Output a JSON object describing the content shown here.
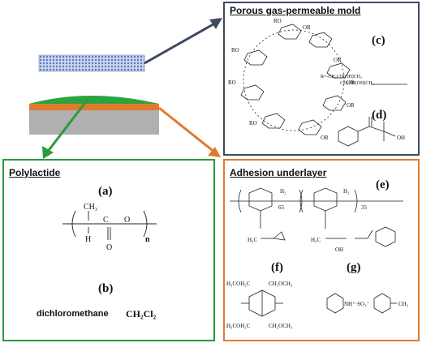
{
  "colors": {
    "mold_box": "#3e4a60",
    "polylactide_box": "#2c9a3f",
    "adhesion_box": "#e07a2c",
    "mold_fill": "#8ea7d4",
    "pla_layer": "#2aa43e",
    "adhesion_layer": "#e07a2c",
    "substrate": "#b0b0b0"
  },
  "mold_panel": {
    "title": "Porous gas-permeable mold",
    "label_c": "(c)",
    "label_d": "(d)",
    "cyclodextrin_substituent": "RO",
    "cyclodextrin_substituent_right": "OR",
    "r_group_line1": "R=-CH₂CH(OH)CH₃",
    "r_group_line2": "CH₂CH(OH)CH₃",
    "photoinitiator_oh": "OH"
  },
  "polylactide_panel": {
    "title": "Polylactide",
    "label_a": "(a)",
    "label_b": "(b)",
    "ch3": "CH₃",
    "h": "H",
    "c": "C",
    "o_ring": "O",
    "o_carbonyl": "O",
    "n": "n",
    "solvent_name": "dichloromethane",
    "solvent_formula": "CH₂Cl₂"
  },
  "adhesion_panel": {
    "title": "Adhesion underlayer",
    "label_e": "(e)",
    "label_f": "(f)",
    "label_g": "(g)",
    "sub_65": "65",
    "sub_35": "35",
    "h2c": "H₂C",
    "h2": "H₂",
    "oh": "OH",
    "glycoluril_sub": "CH₂OCH₃",
    "glycoluril_sub_left": "H₃COH₂C",
    "tosylate": "NH⁺·SO₃⁻",
    "ch3": "CH₃"
  }
}
